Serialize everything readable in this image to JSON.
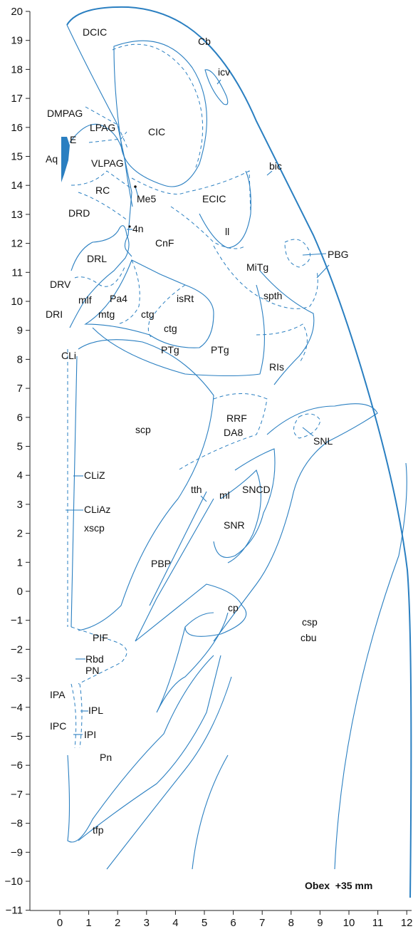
{
  "caption": "Obex  +35 mm",
  "colors": {
    "line": "#2a7fc1",
    "fill": "#2a7fc1",
    "axis": "#222222"
  },
  "y_ticks": [
    "20",
    "19",
    "18",
    "17",
    "16",
    "15",
    "14",
    "13",
    "12",
    "11",
    "10",
    "9",
    "8",
    "7",
    "6",
    "5",
    "4",
    "3",
    "2",
    "1",
    "0",
    "−1",
    "−2",
    "−3",
    "−4",
    "−5",
    "−6",
    "−7",
    "−8",
    "−9",
    "−10",
    "−11"
  ],
  "x_ticks": [
    "0",
    "1",
    "2",
    "3",
    "4",
    "5",
    "6",
    "7",
    "8",
    "9",
    "10",
    "11",
    "12"
  ],
  "labels": {
    "DCIC": "DCIC",
    "Cb": "Cb",
    "icv": "icv",
    "DMPAG": "DMPAG",
    "LPAG": "LPAG",
    "CIC": "CIC",
    "E": "E",
    "Aq": "Aq",
    "VLPAG": "VLPAG",
    "bic": "bic",
    "RC": "RC",
    "Me5": "Me5",
    "ECIC": "ECIC",
    "DRD": "DRD",
    "4n": "4n",
    "ll": "ll",
    "CnF": "CnF",
    "PBG": "PBG",
    "DRL": "DRL",
    "MiTg": "MiTg",
    "DRV": "DRV",
    "mlf": "mlf",
    "Pa4": "Pa4",
    "isRt": "isRt",
    "spth": "spth",
    "DRI": "DRI",
    "mtg": "mtg",
    "ctg1": "ctg",
    "ctg2": "ctg",
    "PTg1": "PTg",
    "PTg2": "PTg",
    "CLi": "CLi",
    "RIs": "RIs",
    "RRF": "RRF",
    "DA8": "DA8",
    "scp": "scp",
    "SNL": "SNL",
    "CLiZ": "CLiZ",
    "tth": "tth",
    "ml": "ml",
    "SNCD": "SNCD",
    "CLiAz": "CLiAz",
    "SNR": "SNR",
    "xscp": "xscp",
    "PBP": "PBP",
    "cp": "cp",
    "csp": "csp",
    "cbu": "cbu",
    "PIF": "PIF",
    "Rbd": "Rbd",
    "PN": "PN",
    "IPA": "IPA",
    "IPL": "IPL",
    "IPC": "IPC",
    "IPI": "IPI",
    "Pn": "Pn",
    "tfp": "tfp"
  }
}
